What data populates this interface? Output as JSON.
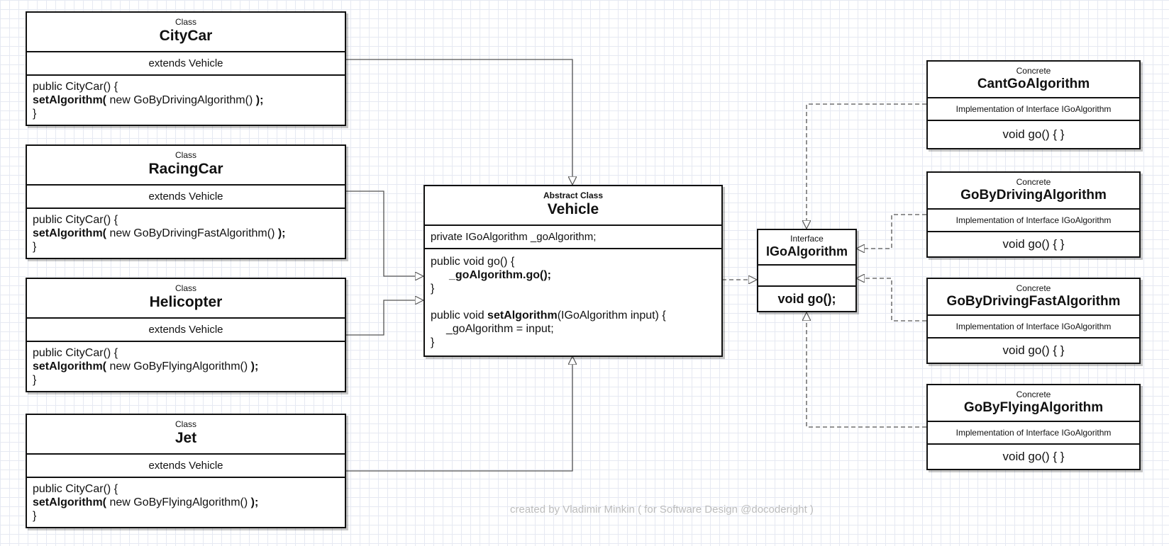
{
  "classes": [
    {
      "stereotype": "Class",
      "name": "CityCar",
      "extends": "extends Vehicle",
      "ctor_open": "public CityCar() {",
      "set_kw": "setAlgorithm(",
      "set_arg": " new GoByDrivingAlgorithm() ",
      "set_close": ");",
      "ctor_close": "}"
    },
    {
      "stereotype": "Class",
      "name": "RacingCar",
      "extends": "extends Vehicle",
      "ctor_open": "public CityCar() {",
      "set_kw": "setAlgorithm(",
      "set_arg": " new GoByDrivingFastAlgorithm() ",
      "set_close": ");",
      "ctor_close": "}"
    },
    {
      "stereotype": "Class",
      "name": "Helicopter",
      "extends": "extends Vehicle",
      "ctor_open": "public CityCar() {",
      "set_kw": "setAlgorithm(",
      "set_arg": " new GoByFlyingAlgorithm() ",
      "set_close": ");",
      "ctor_close": "}"
    },
    {
      "stereotype": "Class",
      "name": "Jet",
      "extends": "extends Vehicle",
      "ctor_open": "public CityCar() {",
      "set_kw": "setAlgorithm(",
      "set_arg": " new GoByFlyingAlgorithm() ",
      "set_close": ");",
      "ctor_close": "}"
    }
  ],
  "vehicle": {
    "stereotype": "Abstract Class",
    "name": "Vehicle",
    "field": "private IGoAlgorithm _goAlgorithm;",
    "go_sig": "public void go() {",
    "go_body": "_goAlgorithm.go();",
    "go_close": "}",
    "set_prefix": "public void ",
    "set_name": "setAlgorithm",
    "set_suffix": "(IGoAlgorithm input) {",
    "set_body": "_goAlgorithm = input;",
    "set_close": "}"
  },
  "interface": {
    "stereotype": "Interface",
    "name": "IGoAlgorithm",
    "method": "void go();"
  },
  "algorithms": [
    {
      "stereotype": "Concrete",
      "name": "CantGoAlgorithm",
      "impl": "Implementation of Interface IGoAlgorithm",
      "method": "void go() { }"
    },
    {
      "stereotype": "Concrete",
      "name": "GoByDrivingAlgorithm",
      "impl": "Implementation of Interface IGoAlgorithm",
      "method": "void go() { }"
    },
    {
      "stereotype": "Concrete",
      "name": "GoByDrivingFastAlgorithm",
      "impl": "Implementation of Interface IGoAlgorithm",
      "method": "void go() { }"
    },
    {
      "stereotype": "Concrete",
      "name": "GoByFlyingAlgorithm",
      "impl": "Implementation of Interface IGoAlgorithm",
      "method": "void go() { }"
    }
  ],
  "credit": "created by Vladimir Minkin ( for Software Design @docoderight )",
  "colors": {
    "line": "#555555",
    "border": "#111111",
    "grid": "#e6e9f2",
    "credit": "#bdbdbd"
  }
}
